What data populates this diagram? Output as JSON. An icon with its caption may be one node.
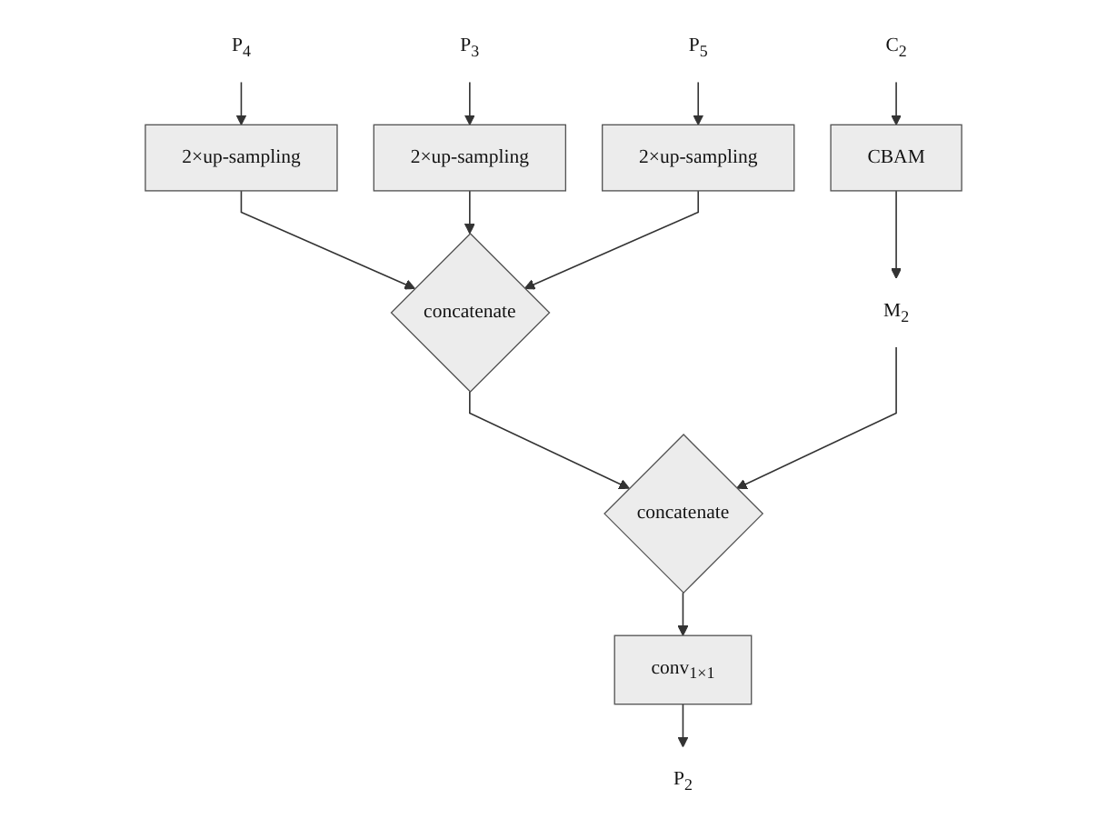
{
  "diagram": {
    "nodes": [
      {
        "text": [
          "P$_{4}$"
        ]
      },
      {
        "text": [
          "P$_{3}$"
        ]
      },
      {
        "text": [
          "P$_{5}$"
        ]
      },
      {
        "text": [
          "2×up-sampling"
        ]
      },
      {
        "text": [
          "2×up-sampling"
        ]
      },
      {
        "text": [
          "2×up-sampling"
        ]
      },
      {
        "text": [
          "concatenate"
        ]
      },
      {
        "text": [
          "C$_{2}$"
        ]
      },
      {
        "text": [
          "CBAM"
        ]
      },
      {
        "text": [
          "M$_{2}$"
        ]
      },
      {
        "text": [
          "concatenate"
        ]
      },
      {
        "text": [
          "conv$_{1×1}$"
        ]
      },
      {
        "text": [
          "P$_{2}$"
        ]
      }
    ],
    "edges": [
      {
        "from": 0,
        "to": 3,
        "arrow": "to"
      },
      {
        "from": 1,
        "to": 4,
        "arrow": "to"
      },
      {
        "from": 2,
        "to": 5,
        "arrow": "to"
      },
      {
        "from": 3,
        "to": 6,
        "arrow": "to"
      },
      {
        "from": 4,
        "to": 6,
        "arrow": "to"
      },
      {
        "from": 5,
        "to": 6,
        "arrow": "to"
      },
      {
        "from": 6,
        "to": 10,
        "arrow": "to"
      },
      {
        "from": 7,
        "to": 8,
        "arrow": "to"
      },
      {
        "from": 8,
        "to": 9,
        "arrow": "to"
      },
      {
        "from": 9,
        "to": 10,
        "arrow": "to"
      },
      {
        "from": 10,
        "to": 11,
        "arrow": "to"
      },
      {
        "from": 11,
        "to": 12,
        "arrow": "to"
      }
    ]
  }
}
